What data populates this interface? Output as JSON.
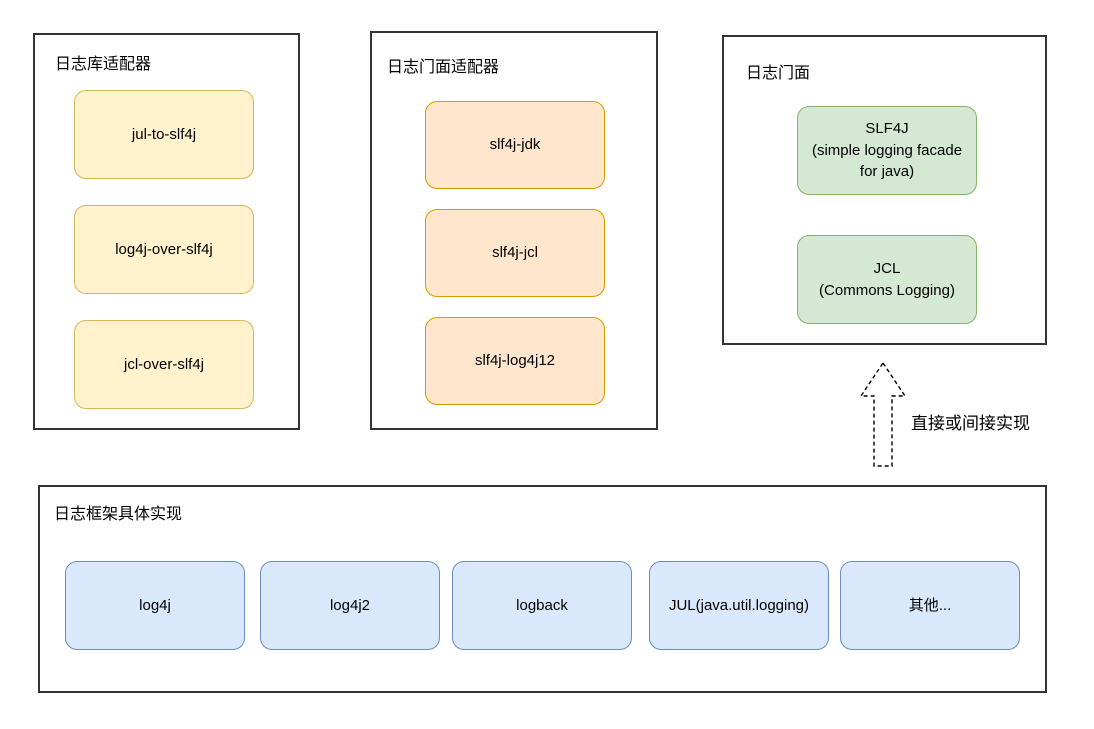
{
  "panels": {
    "lib_adapters": {
      "title": "日志库适配器",
      "items": [
        "jul-to-slf4j",
        "log4j-over-slf4j",
        "jcl-over-slf4j"
      ]
    },
    "facade_adapters": {
      "title": "日志门面适配器",
      "items": [
        "slf4j-jdk",
        "slf4j-jcl",
        "slf4j-log4j12"
      ]
    },
    "facades": {
      "title": "日志门面",
      "items": [
        {
          "title": "SLF4J",
          "subtitle": "(simple logging facade for java)"
        },
        {
          "title": "JCL",
          "subtitle": "(Commons Logging)"
        }
      ]
    },
    "implementations": {
      "title": "日志框架具体实现",
      "items": [
        "log4j",
        "log4j2",
        "logback",
        "JUL(java.util.logging)",
        "其他..."
      ]
    }
  },
  "arrow": {
    "label": "直接或间接实现"
  },
  "colors": {
    "yellow_fill": "#FFF2CC",
    "yellow_border": "#D6B656",
    "orange_fill": "#FFE6CC",
    "orange_border": "#D79B00",
    "green_fill": "#D5E8D4",
    "green_border": "#82B366",
    "blue_fill": "#DAE8FC",
    "blue_border": "#6C8EBF",
    "panel_border": "#333333"
  }
}
